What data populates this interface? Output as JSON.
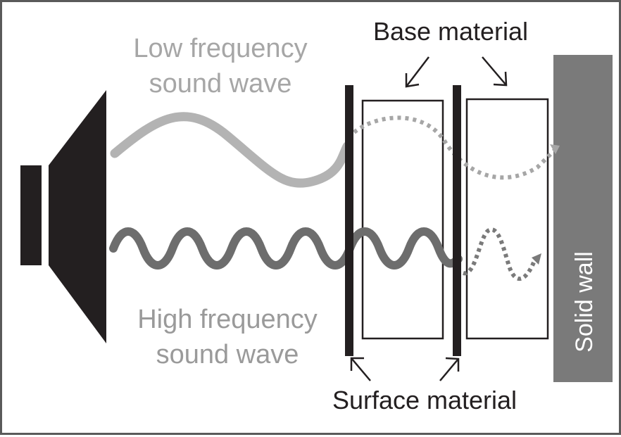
{
  "diagram": {
    "labels": {
      "low_line1": "Low frequency",
      "low_line2": "sound wave",
      "high_line1": "High frequency",
      "high_line2": "sound wave",
      "base_material": "Base material",
      "surface_material": "Surface material",
      "solid_wall": "Solid wall"
    },
    "colors": {
      "speaker": "#231f20",
      "low_wave": "#b3b3b3",
      "high_wave": "#6d6d6d",
      "wall": "#7a7a7a",
      "label_text": "#231f20",
      "low_label_text": "#a6a6a6",
      "high_label_text": "#9a9a9a"
    },
    "icons": [
      "speaker-icon",
      "arrow-icon"
    ]
  }
}
